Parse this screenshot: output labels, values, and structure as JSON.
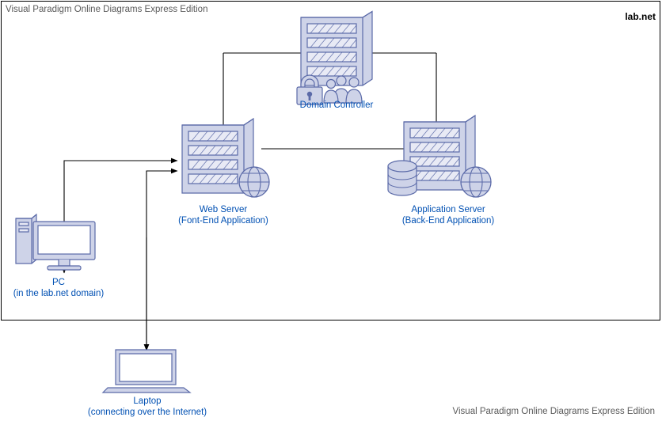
{
  "watermarks": {
    "top": "Visual Paradigm Online Diagrams Express Edition",
    "bottom": "Visual Paradigm Online Diagrams Express Edition"
  },
  "boundary": {
    "label": "lab.net"
  },
  "colors": {
    "node_fill": "#ced3e8",
    "node_stroke": "#5b6aa8",
    "label_text": "#0050b3",
    "line": "#000000",
    "boundary": "#000000",
    "watermark": "#5a5a5a"
  },
  "nodes": [
    {
      "id": "domain-controller",
      "icon": "server-with-lock-and-users-icon",
      "label_line1": "Domain Controller",
      "label_line2": ""
    },
    {
      "id": "web-server",
      "icon": "server-with-globe-icon",
      "label_line1": "Web Server",
      "label_line2": "(Font-End Application)"
    },
    {
      "id": "application-server",
      "icon": "server-with-database-and-globe-icon",
      "label_line1": "Application Server",
      "label_line2": "(Back-End Application)"
    },
    {
      "id": "pc",
      "icon": "desktop-computer-icon",
      "label_line1": "PC",
      "label_line2": "(in the lab.net domain)"
    },
    {
      "id": "laptop",
      "icon": "laptop-icon",
      "label_line1": "Laptop",
      "label_line2": "(connecting over the Internet)"
    }
  ]
}
